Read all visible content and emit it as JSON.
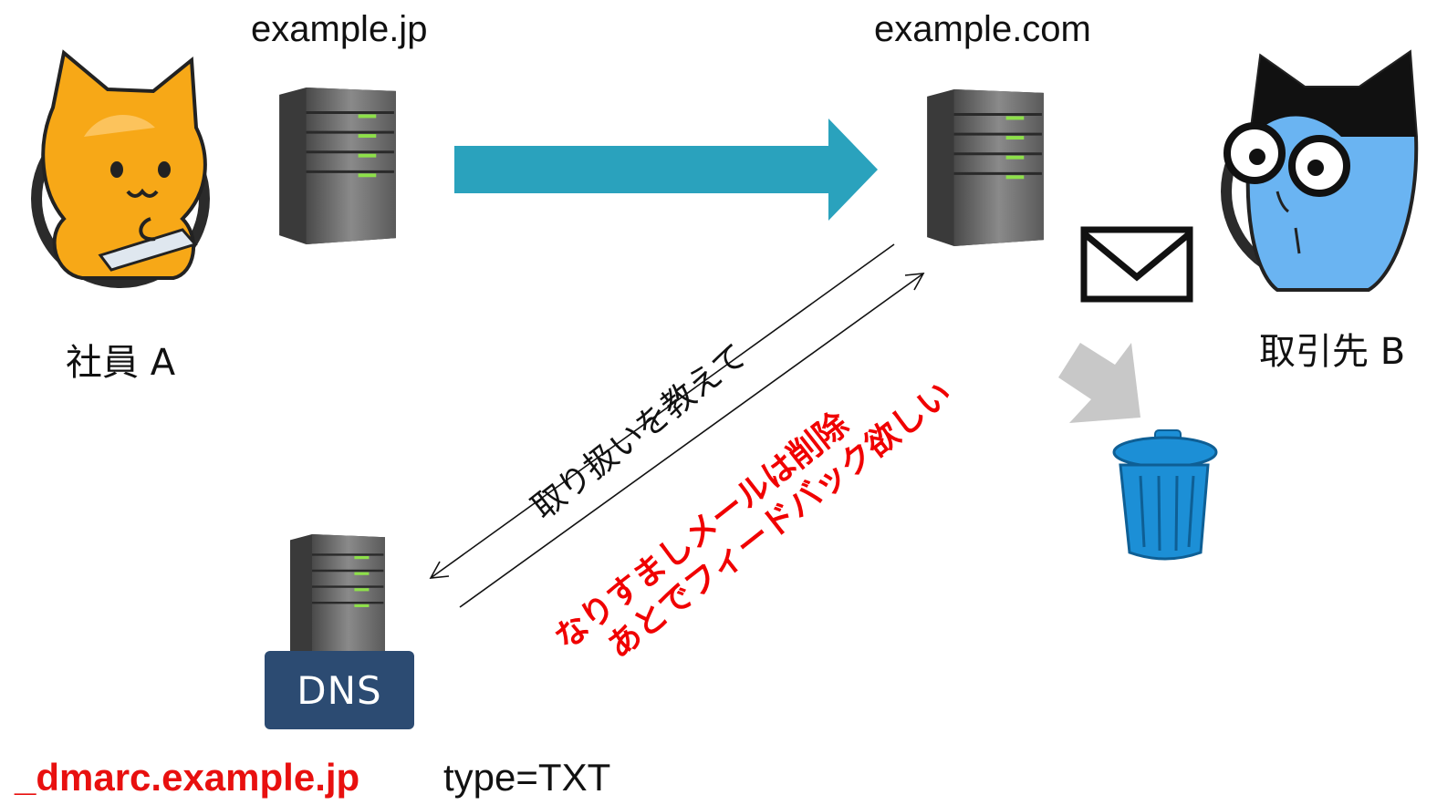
{
  "servers": {
    "sender_domain": "example.jp",
    "receiver_domain": "example.com"
  },
  "actors": {
    "employee": "社員 A",
    "partner": "取引先 B"
  },
  "messages": {
    "request": "取り扱いを教えて",
    "policy_line1": "なりすましメールは削除",
    "policy_line2": "あとでフィードバック欲しい"
  },
  "dns": {
    "label": "DNS",
    "record_name": "_dmarc.example.jp",
    "record_type": "type=TXT"
  },
  "colors": {
    "flow_arrow": "#2aa2bd",
    "highlight_red": "#e8100f",
    "dns_box": "#2c4b72",
    "trash_blue": "#1c8fd6",
    "discard_arrow": "#c8c8c8"
  }
}
